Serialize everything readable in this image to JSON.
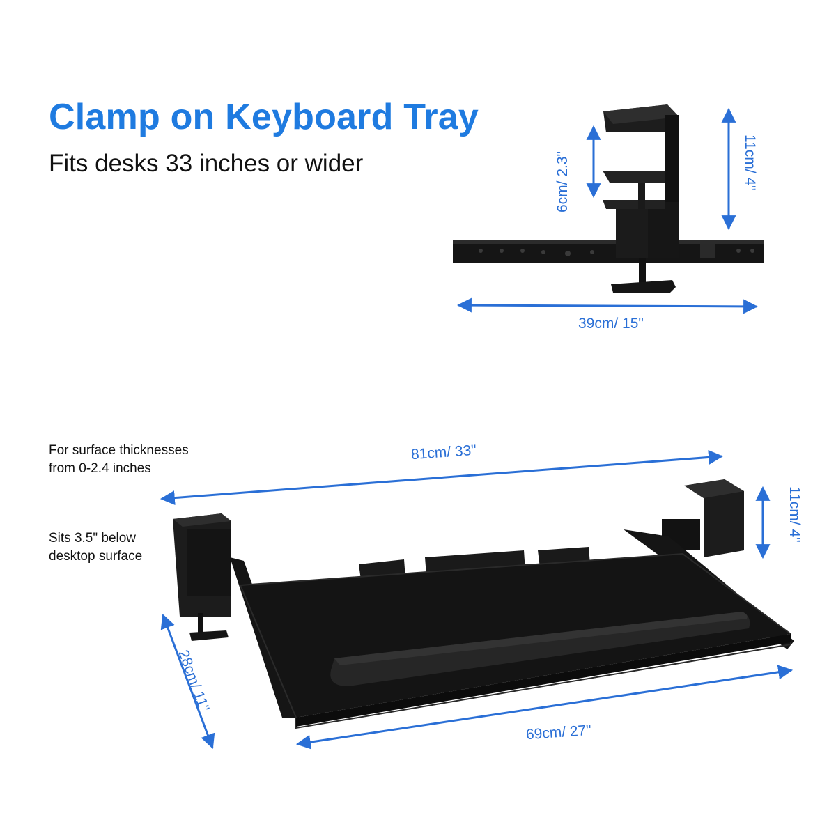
{
  "title": "Clamp on Keyboard Tray",
  "subtitle": "Fits desks 33 inches or wider",
  "notes": {
    "thickness_line1": "For surface thicknesses",
    "thickness_line2": "from 0-2.4 inches",
    "sits_line1": "Sits 3.5\" below",
    "sits_line2": "desktop surface"
  },
  "dimensions": {
    "clamp_opening": "6cm/ 2.3\"",
    "clamp_height": "11cm/ 4\"",
    "rail_width": "39cm/ 15\"",
    "overall_width": "81cm/ 33\"",
    "tray_clamp_height": "11cm/ 4\"",
    "tray_depth": "28cm/ 11\"",
    "tray_width": "69cm/ 27\""
  },
  "colors": {
    "accent": "#1f7be0",
    "dimension": "#2a6fd6",
    "product": "#1b1b1b"
  }
}
